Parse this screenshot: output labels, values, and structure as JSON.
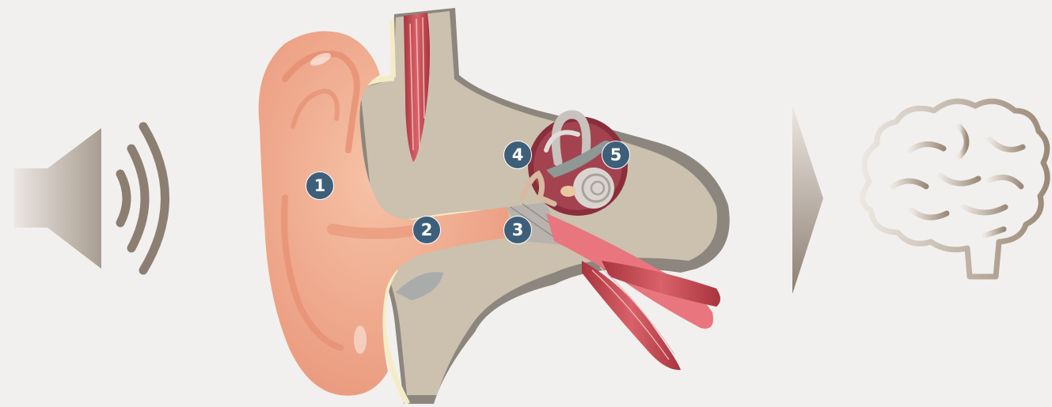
{
  "markers": [
    {
      "label": "1"
    },
    {
      "label": "2"
    },
    {
      "label": "3"
    },
    {
      "label": "4"
    },
    {
      "label": "5"
    }
  ],
  "colors": {
    "background": "#f2f0ee",
    "marker": "#3e5f7a",
    "skin": "#f1a98a",
    "muscle": "#c8454e",
    "bone": "#c5bba9",
    "brain_outline": "#9b8a78",
    "arrow": "#8c7f72"
  },
  "icons": [
    "speaker-icon",
    "ear-anatomy-illustration",
    "arrow-right-icon",
    "brain-icon"
  ]
}
